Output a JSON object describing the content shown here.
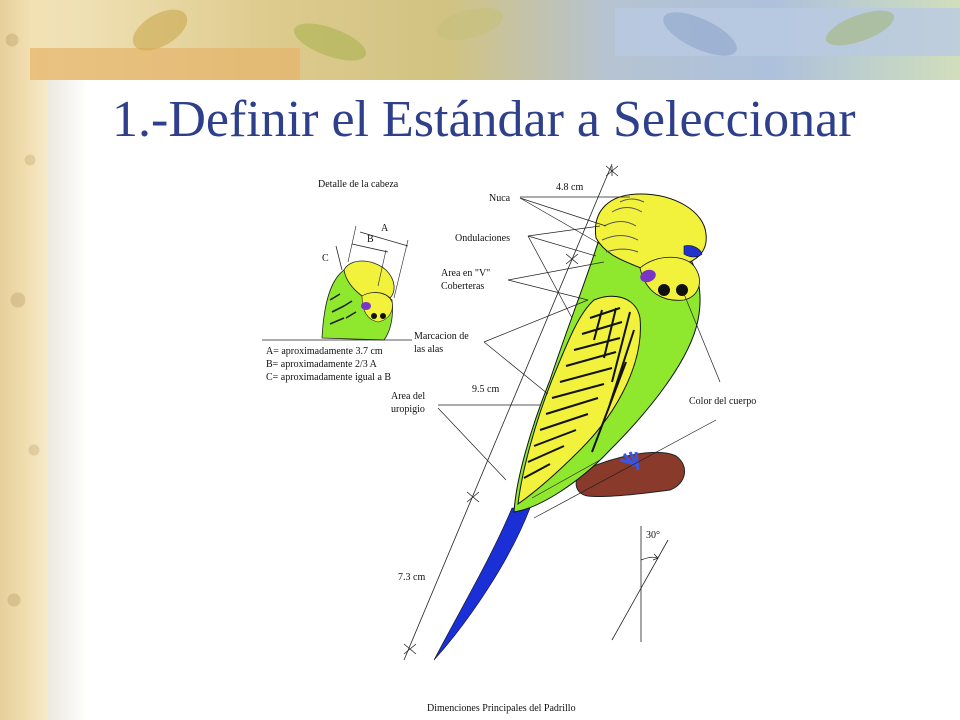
{
  "slide": {
    "title": "1.-Definir el Estándar a Seleccionar"
  },
  "diagram": {
    "head_detail_title": "Detalle de la cabeza",
    "dim_a": "A",
    "dim_b": "B",
    "dim_c": "C",
    "legend_a": "A= aproximadamente 3.7 cm",
    "legend_b": "B= aproximadamente 2/3 A",
    "legend_c": "C= aproximadamente igual a B",
    "measure_top": "4.8  cm",
    "nuca": "Nuca",
    "ondulaciones": "Ondulaciones",
    "area_v_line1": "Area en \"V\"",
    "area_v_line2": "Coberteras",
    "marcacion_line1": "Marcacion de",
    "marcacion_line2": "las alas",
    "measure_mid": "9.5 cm",
    "uropigio_line1": "Area del",
    "uropigio_line2": "uropigio",
    "color_cuerpo": "Color del cuerpo",
    "angle": "30°",
    "measure_tail": "7.3 cm",
    "caption": "Dimenciones Principales del Padrillo"
  },
  "colors": {
    "title": "#2e3f8c",
    "body_green": "#8fe82e",
    "head_yellow": "#f2f23c",
    "tail_blue": "#1b2fd6",
    "perch_brown": "#8a3a2a",
    "cheek_violet": "#7a35c8"
  }
}
